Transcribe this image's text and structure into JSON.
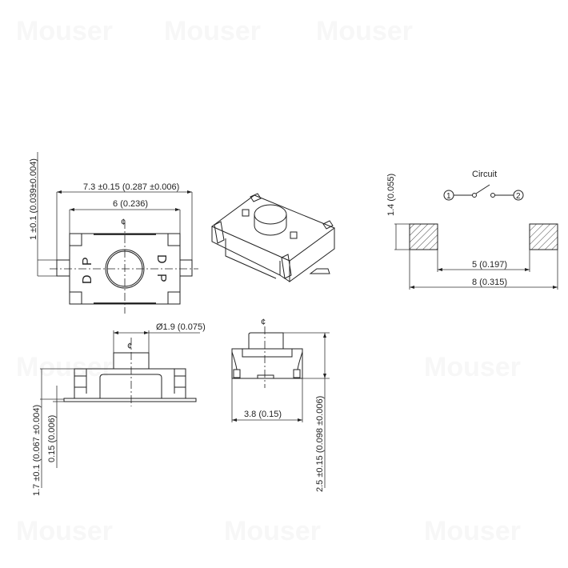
{
  "watermark": {
    "text": "Mouser",
    "color": "#f7f7f7"
  },
  "top_view": {
    "overall_width_label": "7.3 ±0.15 (0.287 ±0.006)",
    "body_width_label": "6 (0.236)",
    "terminal_height_label": "1 ±0.1 (0.039±0.004)",
    "centerline_mark": "¢",
    "marking_left_top": "P",
    "marking_left_bottom": "D",
    "marking_right_top": "D",
    "marking_right_bottom": "P"
  },
  "isometric_view": {
    "description": "3D view of SMD tactile switch"
  },
  "footprint": {
    "circuit_title": "Circuit",
    "pin1_label": "1",
    "pin2_label": "2",
    "pad_height_label": "1.4 (0.055)",
    "inner_spacing_label": "5 (0.197)",
    "outer_spacing_label": "8 (0.315)"
  },
  "side_view": {
    "actuator_diameter_label": "Ø1.9 (0.075)",
    "body_height_label": "1.7 ±0.1 (0.067 ±0.004)",
    "terminal_thickness_label": "0.15 (0.006)",
    "centerline_mark": "¢"
  },
  "end_view": {
    "body_depth_label": "3.8 (0.15)",
    "total_height_label": "2.5 ±0.15 (0.098 ±0.006)",
    "centerline_mark": "¢"
  },
  "colors": {
    "line": "#222222",
    "background": "#ffffff",
    "hatch": "#333333"
  }
}
